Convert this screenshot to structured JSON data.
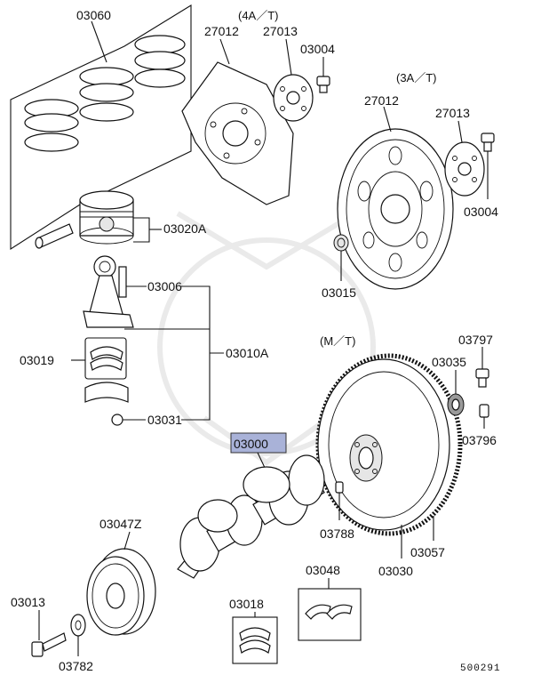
{
  "labels": {
    "rings": "03060",
    "pin_piston": "03020A",
    "bolt_rod": "03006",
    "rod_assy": "03010A",
    "bearing_upper": "03019",
    "nut_rod": "03031",
    "crankshaft": "03000",
    "pulley": "03047Z",
    "pulley_bolt": "03013",
    "washer": "03782",
    "main_bearing": "03018",
    "thrust": "03048",
    "pin_crank": "03788",
    "flywheel_mt": "03030",
    "ring_gear": "03057",
    "bearing_pilot": "03035",
    "bolt_mt": "03797",
    "dowel": "03796",
    "plate_4at": "27012",
    "plate_4at_small": "27013",
    "bolt_4at": "03004",
    "plate_3at": "27012",
    "plate_3at_small": "27013",
    "bolt_3at": "03004",
    "bushing_3at": "03015"
  },
  "notes": {
    "at4": "(4A／T)",
    "at3": "(3A／T)",
    "mt": "(M／T)"
  },
  "figure_number": "500291",
  "highlight_color": "#a9b2d8"
}
